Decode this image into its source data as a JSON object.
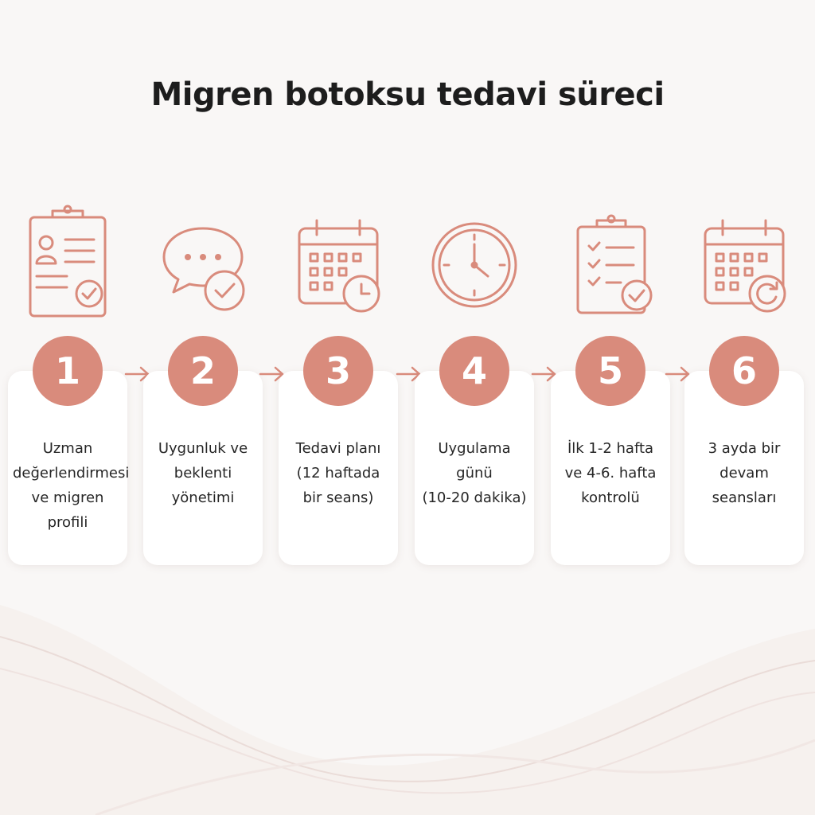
{
  "title": "Migren botoksu tedavi süreci",
  "accent_color": "#d98b7c",
  "steps": [
    {
      "number": "1",
      "icon": "clipboard-profile-check-icon",
      "lines": [
        "Uzman",
        "değerlendirmesi",
        "ve migren profili"
      ]
    },
    {
      "number": "2",
      "icon": "chat-bubble-check-icon",
      "lines": [
        "Uygunluk ve",
        "beklenti",
        "yönetimi"
      ]
    },
    {
      "number": "3",
      "icon": "calendar-clock-icon",
      "lines": [
        "Tedavi planı",
        "(12 haftada",
        "bir seans)"
      ]
    },
    {
      "number": "4",
      "icon": "clock-icon",
      "lines": [
        "Uygulama günü",
        "(10-20 dakika)"
      ]
    },
    {
      "number": "5",
      "icon": "clipboard-checklist-check-icon",
      "lines": [
        "İlk 1-2 hafta",
        "ve 4-6. hafta",
        "kontrolü"
      ]
    },
    {
      "number": "6",
      "icon": "calendar-repeat-icon",
      "lines": [
        "3 ayda bir",
        "devam",
        "seansları"
      ]
    }
  ]
}
